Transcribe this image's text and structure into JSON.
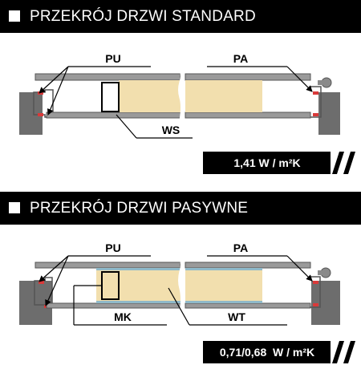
{
  "sections": [
    {
      "title": "PRZEKRÓJ DRZWI STANDARD",
      "labels": {
        "left_top": "PU",
        "right_top": "PA",
        "left_bottom": "WS"
      },
      "value": "1,41 W / m²K"
    },
    {
      "title": "PRZEKRÓJ DRZWI PASYWNE",
      "labels": {
        "left_top": "PU",
        "right_top": "PA",
        "left_bottom": "MK",
        "right_bottom": "WT"
      },
      "value": "0,71/0,68  W / m²K"
    }
  ],
  "colors": {
    "header_bg": "#000000",
    "frame": "#6d6d6d",
    "skin": "#9a9a9a",
    "insulation": "#f2dfae",
    "gasket": "#d93a3a",
    "thermal_layer": "#8fb9c9"
  }
}
